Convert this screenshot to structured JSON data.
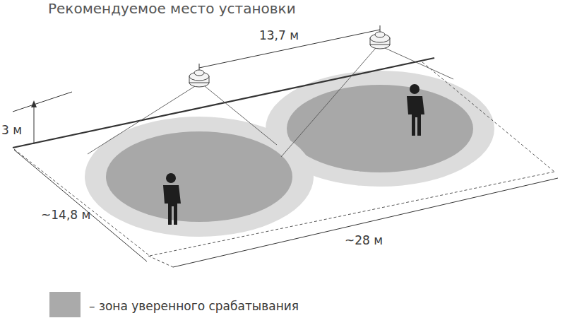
{
  "diagram": {
    "title": "Рекомендуемое место установки",
    "labels": [
      "13,7 м",
      "3 м",
      "~14,8 м",
      "~28 м"
    ],
    "legend": [
      {
        "text": "– зона уверенного срабатывания",
        "color": "#aaaaaa"
      }
    ]
  }
}
